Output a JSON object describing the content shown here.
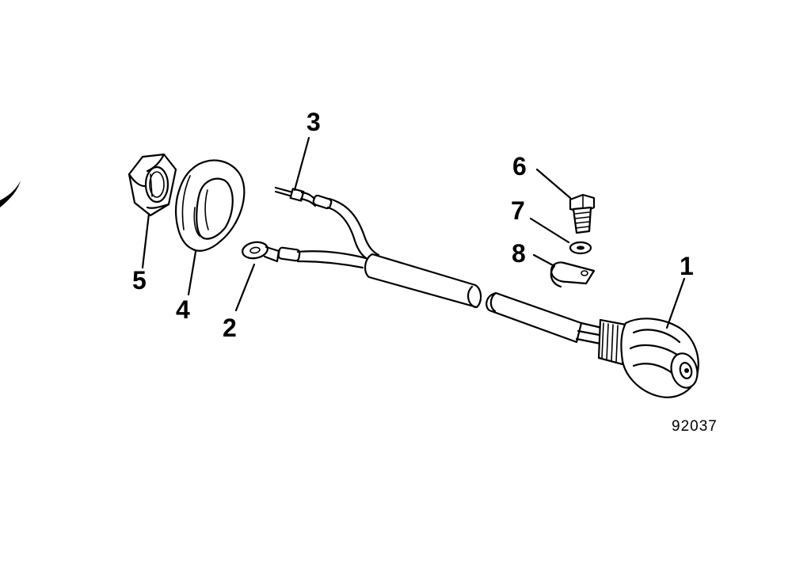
{
  "diagram": {
    "figure_number": "92037",
    "callouts": [
      "1",
      "2",
      "3",
      "4",
      "5",
      "6",
      "7",
      "8"
    ]
  }
}
